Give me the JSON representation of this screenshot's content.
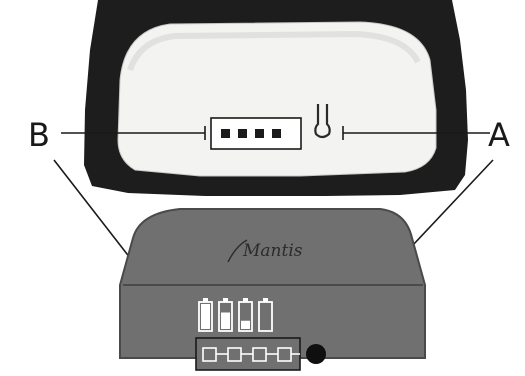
{
  "callouts": {
    "left_label": "B",
    "right_label": "A"
  },
  "brand": {
    "logo_text": "Mantis"
  },
  "battery_indicator": {
    "levels": [
      1.0,
      0.66,
      0.33,
      0.0
    ],
    "segment_count": 4
  },
  "colors": {
    "housing_dark": "#1d1d1d",
    "housing_light": "#f3f3f1",
    "unit_gray": "#707070",
    "unit_edge": "#4a4a4a",
    "led_dark": "#0f0f0f",
    "callout_line": "#1a1a1a"
  }
}
